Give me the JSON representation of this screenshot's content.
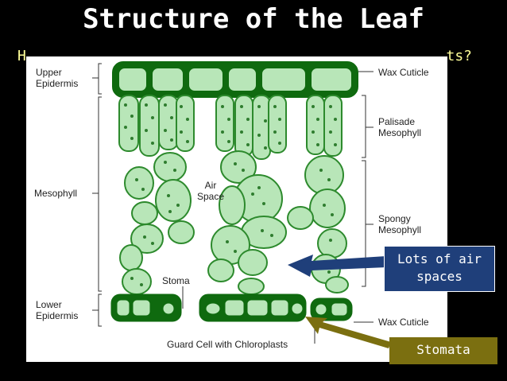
{
  "title": "Structure of the Leaf",
  "question_start": "H",
  "question_end": "ts?",
  "labels": {
    "upper_epidermis": "Upper\nEpidermis",
    "mesophyll": "Mesophyll",
    "lower_epidermis": "Lower\nEpidermis",
    "air_space": "Air\nSpace",
    "stoma": "Stoma",
    "wax_cuticle_top": "Wax Cuticle",
    "palisade_mesophyll": "Palisade\nMesophyll",
    "spongy_mesophyll": "Spongy\nMesophyll",
    "wax_cuticle_bottom": "Wax Cuticle",
    "guard_cell": "Guard Cell with Chloroplasts"
  },
  "callouts": {
    "air_spaces": "Lots of air\nspaces",
    "stomata": "Stomata"
  },
  "colors": {
    "background": "#000000",
    "cell_fill": "#b8e6b8",
    "cell_stroke": "#2d8a2d",
    "epidermis_stroke": "#0f6a0f",
    "chloroplast": "#2f7d2f",
    "arrow_air": "#1f3f7a",
    "arrow_stoma": "#7b6f10"
  }
}
